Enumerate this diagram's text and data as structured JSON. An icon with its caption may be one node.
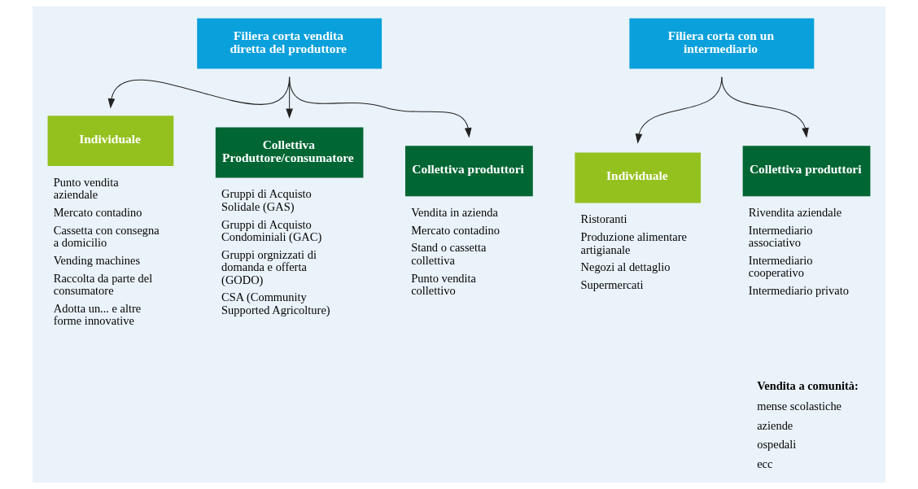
{
  "diagram": {
    "nodes": [
      {
        "text": [
          "Filiera corta vendita diretta del produttore"
        ]
      },
      {
        "text": [
          "Individuale"
        ],
        "beside": [
          "Punto vendita aziendale",
          "Mercato contadino",
          "Cassetta con consegna a domicilio",
          "Vending machines",
          "Raccolta da parte del consumatore",
          "Adotta un... e altre forme innovative"
        ]
      },
      {
        "text": [
          "Collettiva Produttore/consumatore"
        ],
        "beside": [
          "Gruppi di Acquisto Solidale (GAS)",
          "Gruppi di Acquisto Condominiali (GAC)",
          "Gruppi orgnizzati di domanda e offerta (GODO)",
          "CSA (Community Supported Agricolture)"
        ]
      },
      {
        "text": [
          "Collettiva produttori"
        ],
        "beside": [
          "Vendita in azienda",
          "Mercato contadino",
          "Stand o cassetta collettiva",
          "Punto vendita collettivo"
        ]
      },
      {
        "text": [
          "Filiera corta con un intermediario"
        ]
      },
      {
        "text": [
          "Individuale"
        ],
        "beside": [
          "Ristoranti",
          "Produzione alimentare artigianale",
          "Negozi al dettaglio",
          "Supermercati"
        ]
      },
      {
        "text": [
          "Collettiva produttori"
        ],
        "beside": [
          "Rivendita aziendale",
          "Intermediario associativo",
          "Intermediario cooperativo",
          "Intermediario privato"
        ]
      }
    ],
    "edges": [
      {
        "from": 0,
        "to": 1,
        "arrow": "to"
      },
      {
        "from": 0,
        "to": 2,
        "arrow": "to"
      },
      {
        "from": 0,
        "to": 3,
        "arrow": "to"
      },
      {
        "from": 4,
        "to": 5,
        "arrow": "to"
      },
      {
        "from": 4,
        "to": 6,
        "arrow": "to"
      }
    ],
    "labels": [
      "Vendita a comunità:",
      "mense scolastiche",
      "aziende",
      "ospedali",
      "ecc"
    ]
  }
}
